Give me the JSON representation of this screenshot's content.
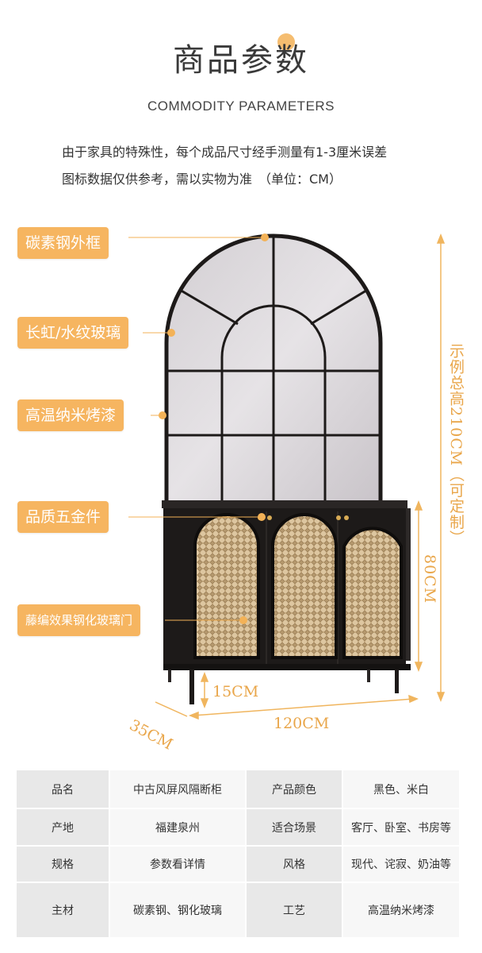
{
  "header": {
    "title": "商品参数",
    "subtitle": "COMMODITY PARAMETERS",
    "note_line1": "由于家具的特殊性，每个成品尺寸经手测量有1-3厘米误差",
    "note_line2": "图标数据仅供参考，需以实物为准　（单位：CM）"
  },
  "labels": {
    "frame": "碳素钢外框",
    "glass": "长虹/水纹玻璃",
    "paint": "高温纳米烤漆",
    "hardware": "品质五金件",
    "door": "藤编效果钢化玻璃门"
  },
  "dimensions": {
    "total_height": "示例总高210CM（可定制）",
    "cabinet_height": "80CM",
    "leg_height": "15CM",
    "depth": "35CM",
    "width": "120CM"
  },
  "colors": {
    "accent": "#f6b560",
    "frame": "#1d1a19",
    "rattan": "#d9c19c"
  },
  "specs": [
    [
      {
        "k": "品名",
        "v": "中古风屏风隔断柜"
      },
      {
        "k": "产品颜色",
        "v": "黑色、米白"
      }
    ],
    [
      {
        "k": "产地",
        "v": "福建泉州"
      },
      {
        "k": "适合场景",
        "v": "客厅、卧室、书房等"
      }
    ],
    [
      {
        "k": "规格",
        "v": "参数看详情"
      },
      {
        "k": "风格",
        "v": "现代、诧寂、奶油等"
      }
    ],
    [
      {
        "k": "主材",
        "v": "碳素钢、钢化玻璃"
      },
      {
        "k": "工艺",
        "v": "高温纳米烤漆"
      }
    ]
  ]
}
